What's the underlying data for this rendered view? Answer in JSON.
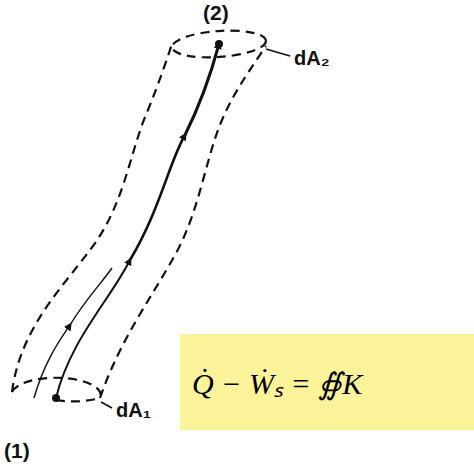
{
  "diagram": {
    "nodes": [
      {
        "text": [
          "Q̇ − Ẇₛ = ∯K"
        ]
      }
    ],
    "labels": [
      "(2)",
      "dA₂",
      "(1)",
      "dA₁"
    ]
  }
}
